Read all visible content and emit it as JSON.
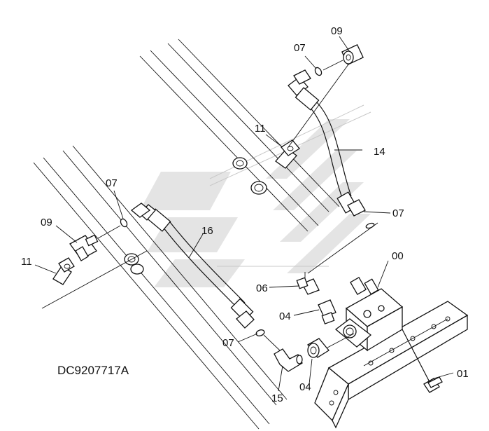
{
  "document_number": "DC9207717A",
  "callouts": {
    "c00": "00",
    "c01": "01",
    "c04a": "04",
    "c04b": "04",
    "c06": "06",
    "c07a": "07",
    "c07b": "07",
    "c07c": "07",
    "c07d": "07",
    "c09a": "09",
    "c09b": "09",
    "c11a": "11",
    "c11b": "11",
    "c14": "14",
    "c15": "15",
    "c16": "16"
  }
}
